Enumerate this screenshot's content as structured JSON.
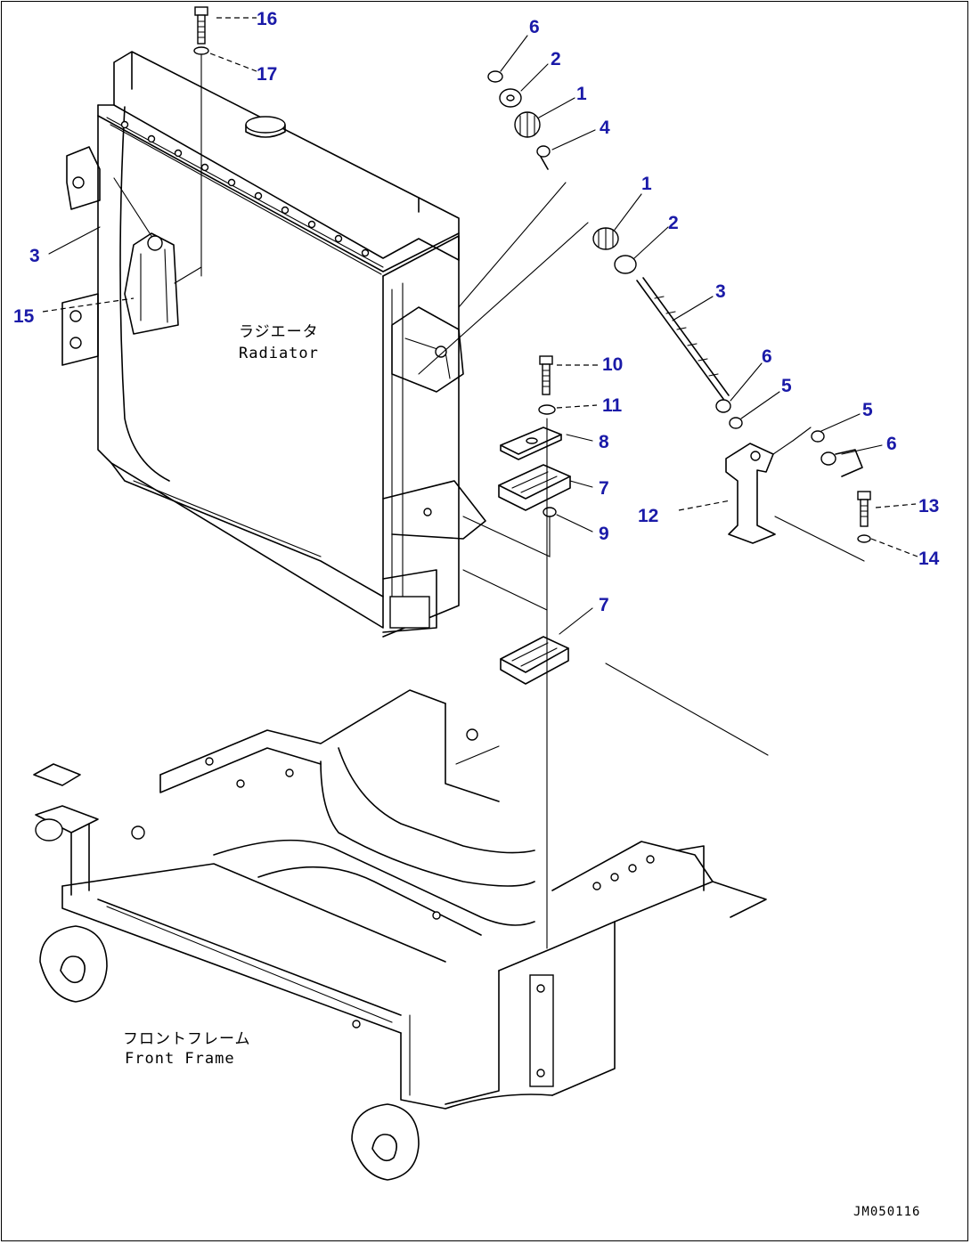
{
  "labels": {
    "radiator_jp": "ラジエータ",
    "radiator_en": "Radiator",
    "front_frame_jp": "フロントフレーム",
    "front_frame_en": "Front Frame",
    "drawing_code": "JM050116"
  },
  "callouts": [
    {
      "id": "c16",
      "text": "16"
    },
    {
      "id": "c17",
      "text": "17"
    },
    {
      "id": "c6a",
      "text": "6"
    },
    {
      "id": "c2a",
      "text": "2"
    },
    {
      "id": "c1a",
      "text": "1"
    },
    {
      "id": "c4",
      "text": "4"
    },
    {
      "id": "c1b",
      "text": "1"
    },
    {
      "id": "c2b",
      "text": "2"
    },
    {
      "id": "c3a",
      "text": "3"
    },
    {
      "id": "c3b",
      "text": "3"
    },
    {
      "id": "c15",
      "text": "15"
    },
    {
      "id": "c10",
      "text": "10"
    },
    {
      "id": "c11",
      "text": "11"
    },
    {
      "id": "c6b",
      "text": "6"
    },
    {
      "id": "c5a",
      "text": "5"
    },
    {
      "id": "c5b",
      "text": "5"
    },
    {
      "id": "c8",
      "text": "8"
    },
    {
      "id": "c6c",
      "text": "6"
    },
    {
      "id": "c7a",
      "text": "7"
    },
    {
      "id": "c12",
      "text": "12"
    },
    {
      "id": "c13",
      "text": "13"
    },
    {
      "id": "c9",
      "text": "9"
    },
    {
      "id": "c14",
      "text": "14"
    },
    {
      "id": "c7b",
      "text": "7"
    }
  ]
}
